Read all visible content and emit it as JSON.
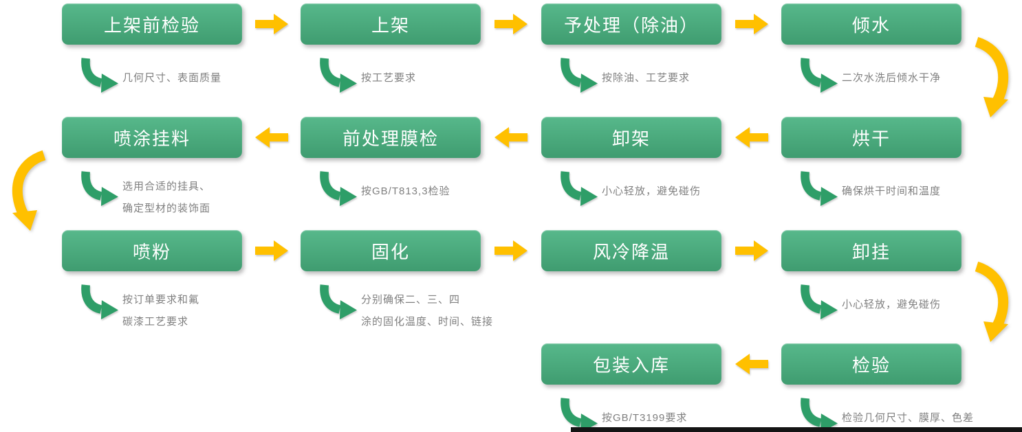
{
  "colors": {
    "background": "#FFFFFF",
    "box_green_top": "#57B88B",
    "box_green_bottom": "#3F9C70",
    "box_text": "#FFFFFF",
    "arrow_yellow": "#FFC000",
    "swoosh_green": "#2E9E68",
    "note_gray": "#7F7F7F",
    "bottom_strip": "#141414"
  },
  "icons": {
    "flow_arrow_right": "yellow-block-arrow-right",
    "flow_arrow_left": "yellow-block-arrow-left",
    "note_arrow": "green-curved-swoosh-arrow",
    "row_connector": "yellow-curved-connector-arrow"
  },
  "flow": {
    "rows": [
      {
        "direction": "left-to-right",
        "steps": [
          {
            "label": "上架前检验",
            "note": "几何尺寸、表面质量"
          },
          {
            "label": "上架",
            "note": "按工艺要求"
          },
          {
            "label": "予处理（除油）",
            "note": "按除油、工艺要求"
          },
          {
            "label": "倾水",
            "note": "二次水洗后倾水干净"
          }
        ]
      },
      {
        "direction": "right-to-left",
        "steps": [
          {
            "label": "烘干",
            "note": "确保烘干时间和温度"
          },
          {
            "label": "卸架",
            "note": "小心轻放，避免碰伤"
          },
          {
            "label": "前处理膜检",
            "note": "按GB/T813,3检验"
          },
          {
            "label": "喷涂挂料",
            "note": "选用合适的挂具、\n确定型材的装饰面"
          }
        ]
      },
      {
        "direction": "left-to-right",
        "steps": [
          {
            "label": "喷粉",
            "note": "按订单要求和氟\n碳漆工艺要求"
          },
          {
            "label": "固化",
            "note": "分别确保二、三、四\n涂的固化温度、时间、链接"
          },
          {
            "label": "风冷降温"
          },
          {
            "label": "卸挂",
            "note": "小心轻放，避免碰伤"
          }
        ]
      },
      {
        "direction": "right-to-left",
        "steps": [
          {
            "label": "检验",
            "note": "检验几何尺寸、膜厚、色差"
          },
          {
            "label": "包装入库",
            "note": "按GB/T3199要求"
          }
        ]
      }
    ]
  }
}
